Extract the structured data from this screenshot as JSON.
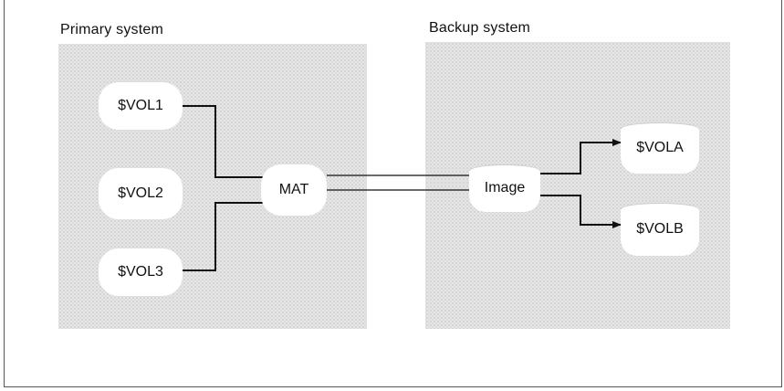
{
  "primary": {
    "label": "Primary system",
    "volumes": [
      "$VOL1",
      "$VOL2",
      "$VOL3"
    ],
    "mat_label": "MAT"
  },
  "backup": {
    "label": "Backup system",
    "image_label": "Image",
    "volumes": [
      "$VOLA",
      "$VOLB"
    ]
  }
}
